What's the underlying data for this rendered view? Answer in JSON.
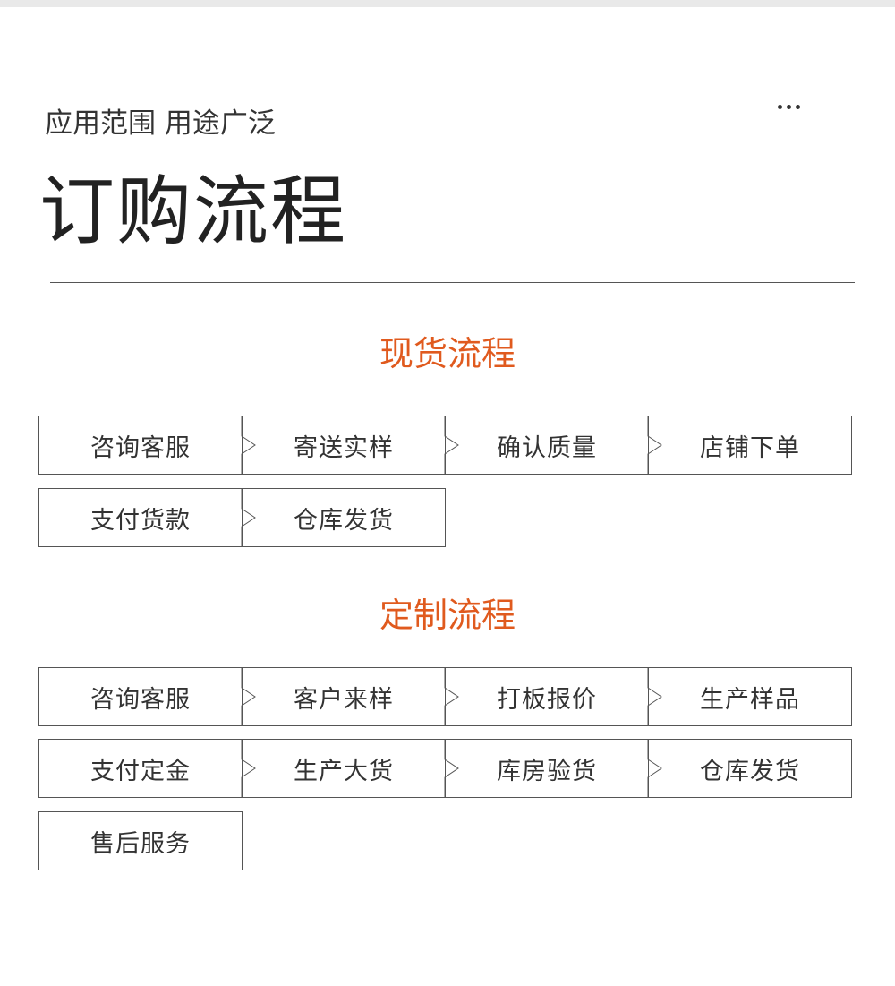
{
  "header": {
    "subtitle": "应用范围 用途广泛",
    "title": "订购流程",
    "more_icon": "more-dots-icon"
  },
  "sections": [
    {
      "heading": "现货流程",
      "steps": [
        "咨询客服",
        "寄送实样",
        "确认质量",
        "店铺下单",
        "支付货款",
        "仓库发货"
      ]
    },
    {
      "heading": "定制流程",
      "steps": [
        "咨询客服",
        "客户来样",
        "打板报价",
        "生产样品",
        "支付定金",
        "生产大货",
        "库房验货",
        "仓库发货",
        "售后服务"
      ]
    }
  ],
  "colors": {
    "accent": "#e05a1e",
    "border": "#555555",
    "text": "#333333"
  }
}
